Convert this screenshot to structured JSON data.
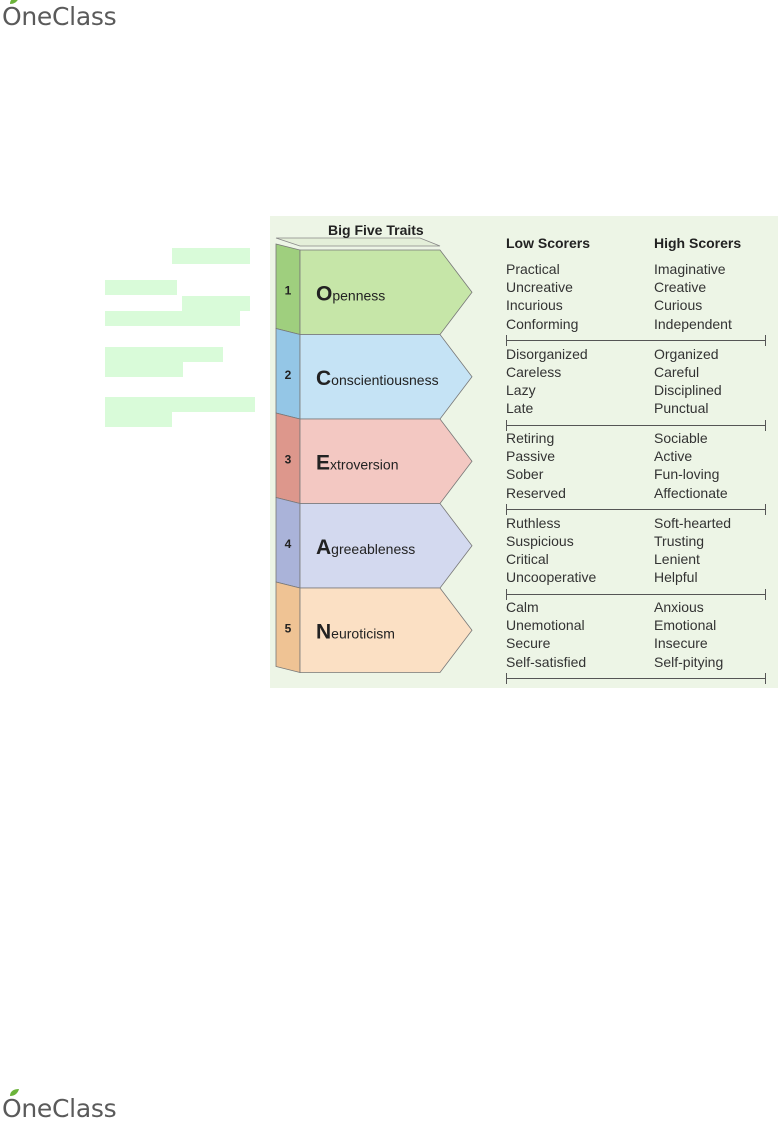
{
  "brand": {
    "name": "OneClass",
    "first_letter": "O",
    "rest": "neClass"
  },
  "figure": {
    "title": "Big Five Traits",
    "low_header": "Low Scorers",
    "high_header": "High Scorers",
    "traits": [
      {
        "number": "1",
        "initial": "O",
        "rest": "penness",
        "color": "#c6e6a8",
        "dark": "#9fcf7e",
        "low": [
          "Practical",
          "Uncreative",
          "Incurious",
          "Conforming"
        ],
        "high": [
          "Imaginative",
          "Creative",
          "Curious",
          "Independent"
        ]
      },
      {
        "number": "2",
        "initial": "C",
        "rest": "onscientiousness",
        "color": "#c5e3f5",
        "dark": "#94c6e6",
        "low": [
          "Disorganized",
          "Careless",
          "Lazy",
          "Late"
        ],
        "high": [
          "Organized",
          "Careful",
          "Disciplined",
          "Punctual"
        ]
      },
      {
        "number": "3",
        "initial": "E",
        "rest": "xtroversion",
        "color": "#f3c8c2",
        "dark": "#dd978c",
        "low": [
          "Retiring",
          "Passive",
          "Sober",
          "Reserved"
        ],
        "high": [
          "Sociable",
          "Active",
          "Fun-loving",
          "Affectionate"
        ]
      },
      {
        "number": "4",
        "initial": "A",
        "rest": "greeableness",
        "color": "#d3d9ef",
        "dark": "#aab3d9",
        "low": [
          "Ruthless",
          "Suspicious",
          "Critical",
          "Uncooperative"
        ],
        "high": [
          "Soft-hearted",
          "Trusting",
          "Lenient",
          "Helpful"
        ]
      },
      {
        "number": "5",
        "initial": "N",
        "rest": "euroticism",
        "color": "#fbe0c4",
        "dark": "#efc394",
        "low": [
          "Calm",
          "Unemotional",
          "Secure",
          "Self-satisfied"
        ],
        "high": [
          "Anxious",
          "Emotional",
          "Insecure",
          "Self-pitying"
        ]
      }
    ]
  }
}
